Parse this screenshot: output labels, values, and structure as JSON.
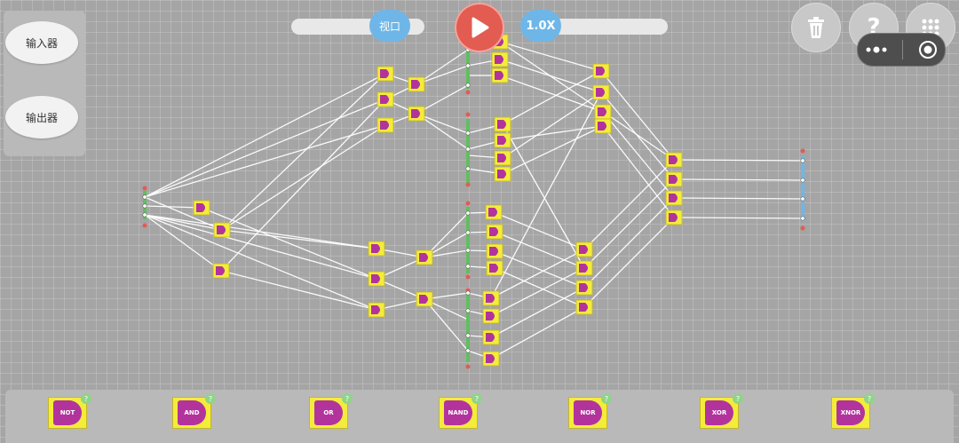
{
  "panel": {
    "input_label": "输入器",
    "output_label": "输出器"
  },
  "controls": {
    "viewport_label": "视口",
    "speed_label": "1.0X",
    "play_icon": "play-icon",
    "trash_icon": "trash-icon",
    "help_label": "?",
    "grid_icon": "grid-icon",
    "more_icon": "more-dots-icon",
    "record_icon": "record-icon"
  },
  "palette": [
    {
      "label": "NOT",
      "icon": "not-gate-icon"
    },
    {
      "label": "AND",
      "icon": "and-gate-icon"
    },
    {
      "label": "OR",
      "icon": "or-gate-icon"
    },
    {
      "label": "NAND",
      "icon": "nand-gate-icon"
    },
    {
      "label": "NOR",
      "icon": "nor-gate-icon"
    },
    {
      "label": "XOR",
      "icon": "xor-gate-icon"
    },
    {
      "label": "XNOR",
      "icon": "xnor-gate-icon"
    }
  ],
  "colors": {
    "gate_fill": "#f4ec3a",
    "gate_body": "#b3339d",
    "wire": "#ffffff",
    "bus_green": "#5fbf5f",
    "bus_blue": "#6fb6e8",
    "play_red": "#e25c52"
  }
}
